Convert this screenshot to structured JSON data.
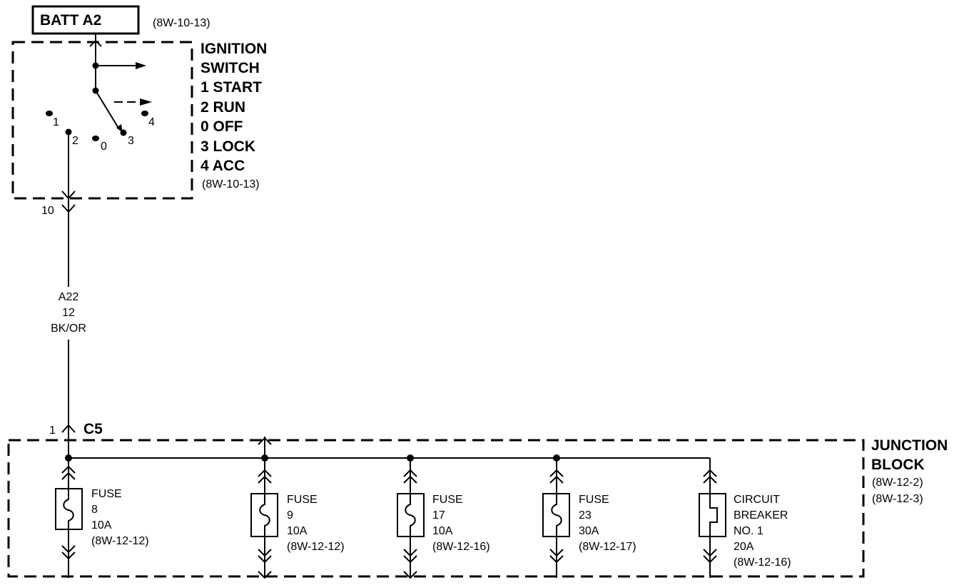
{
  "battery": {
    "label": "BATT A2",
    "ref": "(8W-10-13)"
  },
  "ignition_switch": {
    "title": [
      "IGNITION",
      "SWITCH"
    ],
    "positions": [
      "1 START",
      "2 RUN",
      "0 OFF",
      "3 LOCK",
      "4 ACC"
    ],
    "ref": "(8W-10-13)",
    "terminal_labels": [
      "1",
      "2",
      "0",
      "3",
      "4"
    ]
  },
  "switch_output_pin": "10",
  "wire": {
    "circuit": "A22",
    "gauge": "12",
    "color": "BK/OR"
  },
  "connector": {
    "pin": "1",
    "name": "C5"
  },
  "junction_block": {
    "title": [
      "JUNCTION",
      "BLOCK"
    ],
    "refs": [
      "(8W-12-2)",
      "(8W-12-3)"
    ]
  },
  "devices": [
    {
      "type": "fuse",
      "lines": [
        "FUSE",
        "8",
        "10A",
        "(8W-12-12)"
      ]
    },
    {
      "type": "fuse",
      "lines": [
        "FUSE",
        "9",
        "10A",
        "(8W-12-12)"
      ]
    },
    {
      "type": "fuse",
      "lines": [
        "FUSE",
        "17",
        "10A",
        "(8W-12-16)"
      ]
    },
    {
      "type": "fuse",
      "lines": [
        "FUSE",
        "23",
        "30A",
        "(8W-12-17)"
      ]
    },
    {
      "type": "breaker",
      "lines": [
        "CIRCUIT",
        "BREAKER",
        "NO. 1",
        "20A",
        "(8W-12-16)"
      ]
    }
  ]
}
